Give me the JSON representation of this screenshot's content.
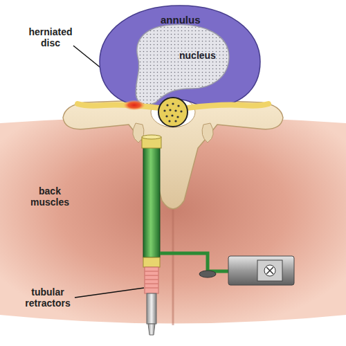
{
  "diagram": {
    "nodes": [
      {
        "text": [
          "annulus"
        ]
      },
      {
        "text": [
          "nucleus"
        ],
        "in": 0
      }
    ],
    "labels": [
      "herniated disc",
      "back muscles",
      "tubular retractors"
    ]
  }
}
